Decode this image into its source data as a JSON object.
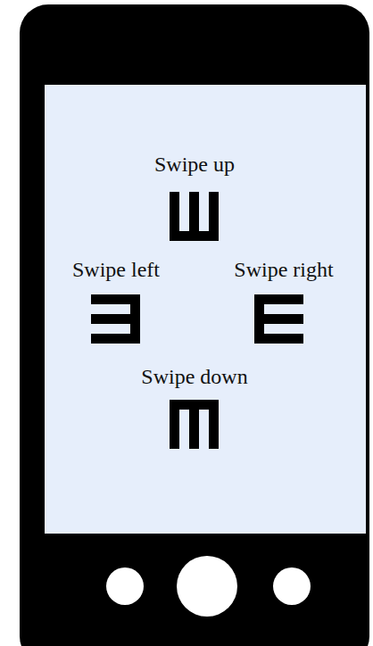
{
  "diagram": {
    "labels": [
      "Swipe up",
      "Swipe left",
      "Swipe right",
      "Swipe down"
    ]
  }
}
